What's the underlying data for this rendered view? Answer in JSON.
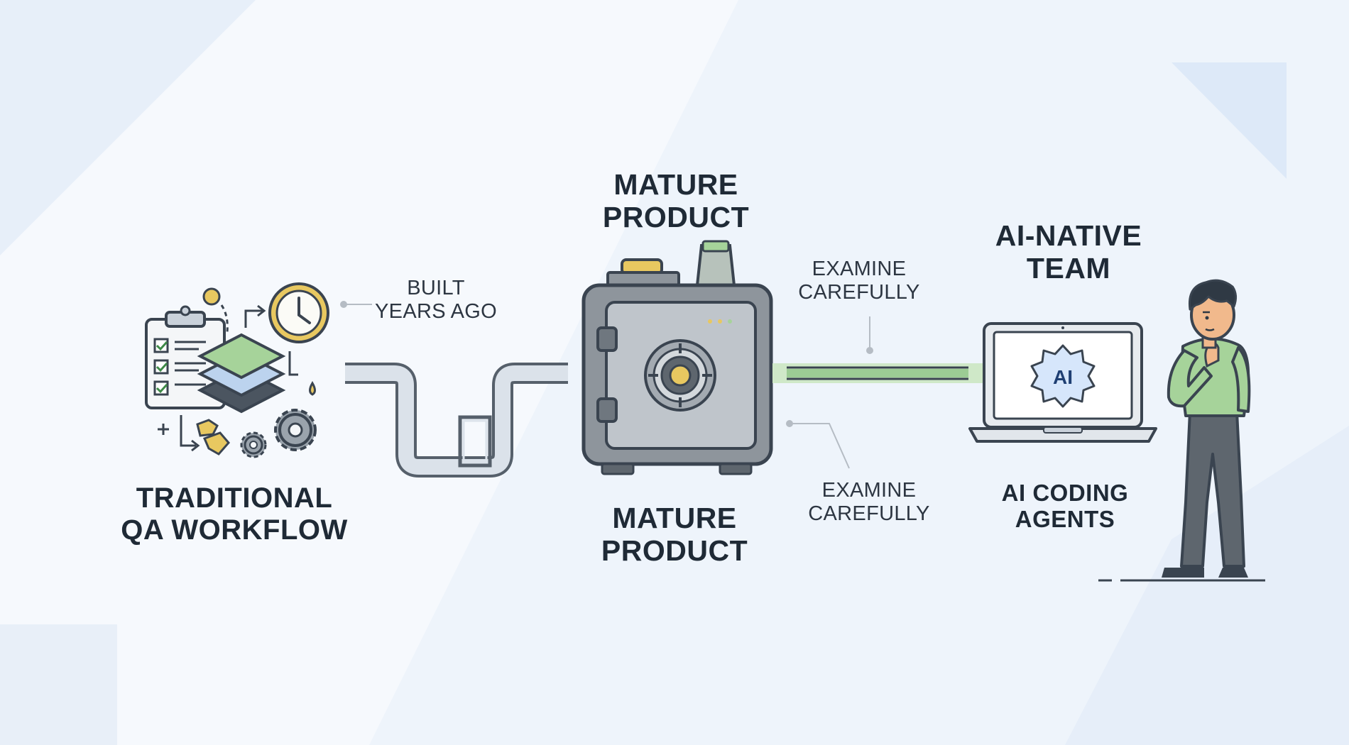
{
  "labels": {
    "traditional": [
      "TRADITIONAL",
      "QA WORKFLOW"
    ],
    "built": [
      "BUILT",
      "YEARS AGO"
    ],
    "mature_top": [
      "MATURE",
      "PRODUCT"
    ],
    "mature_bottom": [
      "MATURE",
      "PRODUCT"
    ],
    "examine_top": [
      "EXAMINE",
      "CAREFULLY"
    ],
    "examine_bottom": [
      "EXAMINE",
      "CAREFULLY"
    ],
    "ai_native": [
      "AI-NATIVE",
      "TEAM"
    ],
    "ai_coding": [
      "AI CODING",
      "AGENTS"
    ],
    "ai_badge": "AI"
  },
  "icons": [
    "clipboard-checklist-icon",
    "layers-stack-icon",
    "clock-icon",
    "gear-icon",
    "puzzle-piece-icon",
    "safe-vault-icon",
    "laptop-icon",
    "ai-chip-icon",
    "thinking-person-icon"
  ],
  "colors": {
    "background": "#f6f9fd",
    "outline": "#3a4450",
    "pipe": "#d9e1ea",
    "pipe_green": "#9ccc94",
    "safe_body": "#8e959c",
    "accent_gold": "#e8c860",
    "accent_green": "#a6d39a",
    "accent_blue": "#bcd3ee"
  }
}
